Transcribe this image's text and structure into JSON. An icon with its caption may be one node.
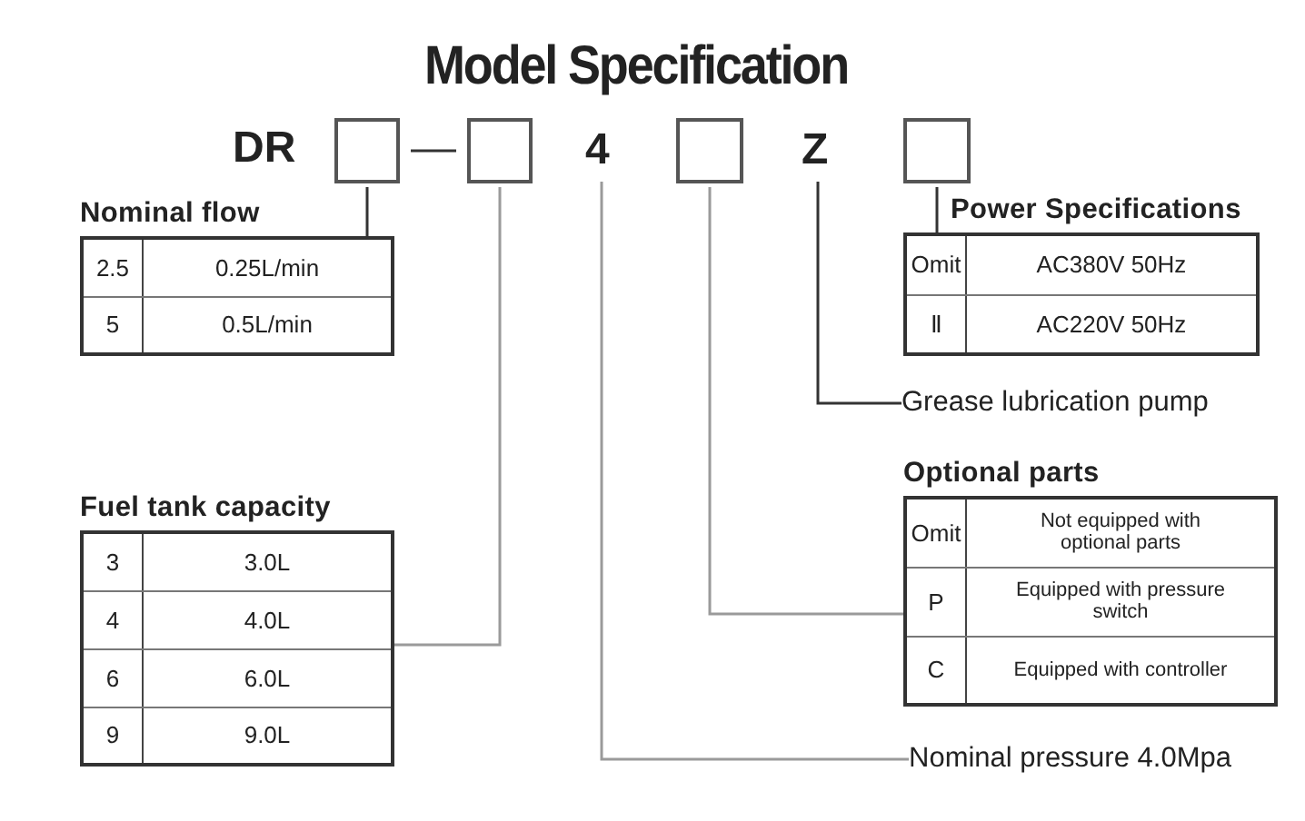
{
  "diagram": {
    "title": "Model Specification",
    "nodes": [
      {
        "text": [],
        "shape": "box"
      },
      {
        "text": [],
        "shape": "box"
      },
      {
        "text": [
          "4"
        ]
      },
      {
        "text": [],
        "shape": "box"
      },
      {
        "text": [
          "Z"
        ]
      },
      {
        "text": [],
        "shape": "box"
      },
      {
        "text": [
          "Nominal flow",
          "2.5",
          "0.25L/min",
          "5",
          "0.5L/min"
        ]
      },
      {
        "text": [
          "Power Specifications",
          "Omit",
          "AC380V 50Hz",
          "Ⅱ",
          "AC220V 50Hz"
        ]
      },
      {
        "text": [
          "Grease lubrication pump"
        ]
      },
      {
        "text": [
          "Optional parts",
          "Omit",
          "Not equipped with optional parts",
          "P",
          "Equipped with pressure switch",
          "C",
          "Equipped with controller"
        ]
      },
      {
        "text": [
          "Fuel tank capacity",
          "3",
          "3.0L",
          "4",
          "4.0L",
          "6",
          "6.0L",
          "9",
          "9.0L"
        ]
      },
      {
        "text": [
          "Nominal pressure 4.0Mpa"
        ]
      }
    ],
    "edges": [
      {
        "from": 0,
        "to": 1,
        "arrow": "none"
      },
      {
        "from": 0,
        "to": 6,
        "arrow": "none"
      },
      {
        "from": 1,
        "to": 10,
        "arrow": "none",
        "color": "#9a9a9a"
      },
      {
        "from": 2,
        "to": 11,
        "arrow": "none",
        "color": "#9a9a9a"
      },
      {
        "from": 3,
        "to": 9,
        "arrow": "none",
        "color": "#9a9a9a"
      },
      {
        "from": 4,
        "to": 8,
        "arrow": "none"
      },
      {
        "from": 5,
        "to": 7,
        "arrow": "none"
      }
    ],
    "labels": [
      "DR"
    ]
  }
}
